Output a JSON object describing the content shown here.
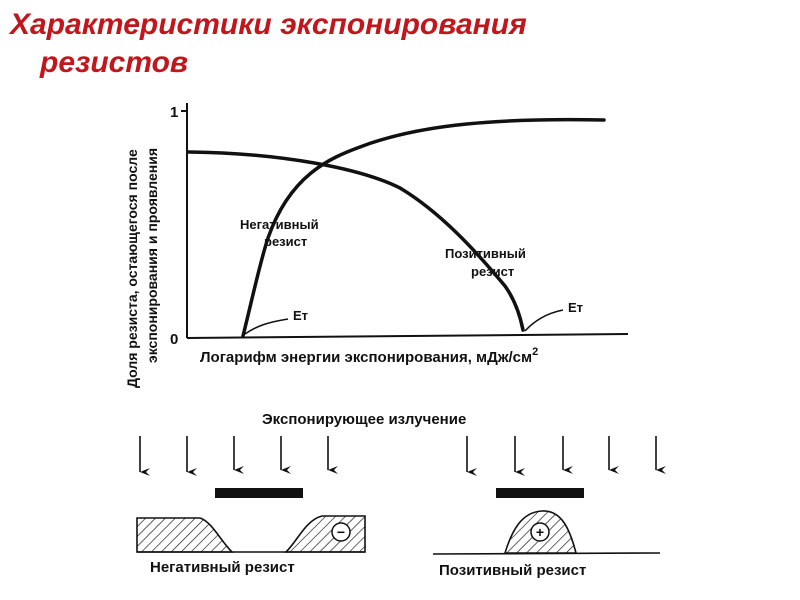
{
  "title": {
    "line1": "Характеристики экспонирования",
    "line2": "резистов"
  },
  "graph": {
    "y_axis_label_line1": "Доля резиста, остающегося после",
    "y_axis_label_line2": "экспонирования и проявления",
    "y_tick_top": "1",
    "y_tick_bottom": "0",
    "x_axis_label": "Логарифм энергии экспонирования, мДж/см",
    "x_axis_label_sup": "2",
    "curves": [
      {
        "label_line1": "Негативный",
        "label_line2": "резист",
        "threshold_label": "Ет"
      },
      {
        "label_line1": "Позитивный",
        "label_line2": "резист",
        "threshold_label": "Ет"
      }
    ]
  },
  "exposure_panel": {
    "radiation_label": "Экспонирующее излучение",
    "negative_caption": "Негативный резист",
    "positive_caption": "Позитивный резист",
    "negative_sign": "−",
    "positive_sign": "+"
  },
  "colors": {
    "title": "#c0161c",
    "lines": "#111111"
  }
}
